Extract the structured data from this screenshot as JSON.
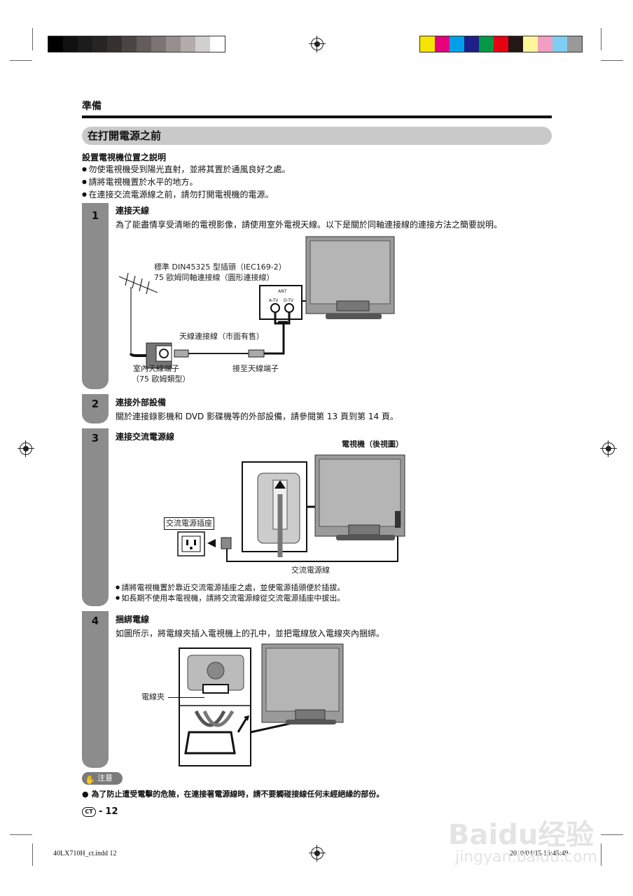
{
  "colors": {
    "grayscale": [
      "#000000",
      "#111111",
      "#1c1c1c",
      "#272523",
      "#35312f",
      "#4a4543",
      "#625c5a",
      "#7b7472",
      "#978f8d",
      "#b3acaa",
      "#d2cfcf",
      "#ffffff"
    ],
    "process": [
      "#f5e400",
      "#e4007f",
      "#00a0e9",
      "#1d2088",
      "#009944",
      "#e60012",
      "#231815",
      "#fff799",
      "#f29ec2",
      "#7ecef4",
      "#999999"
    ],
    "tab": "#8c8c8c",
    "title_bar": "#c9c9c9"
  },
  "header": {
    "section": "準備",
    "title": "在打開電源之前"
  },
  "placement": {
    "heading": "設置電視機位置之説明",
    "bullets": [
      "勿使電視機受到陽光直射，並將其置於通風良好之處。",
      "請將電視機置於水平的地方。",
      "在連接交流電源線之前，請勿打開電視機的電源。"
    ]
  },
  "steps": [
    {
      "number": "1",
      "title": "連接天線",
      "text": "為了能盡情享受清晰的電視影像，請使用室外電視天線。以下是關於同軸連接線的連接方法之簡要說明。",
      "labels": {
        "plug_line1": "標準 DIN45325 型插頭（IEC169-2）",
        "plug_line2": "75 歐姆同軸連接線（圓形連接線）",
        "cable": "天線連接線（市面有售）",
        "indoor_line1": "室內天線端子",
        "indoor_line2": "（75 歐姆類型）",
        "to_terminal": "接至天線端子",
        "ant": "ANT",
        "atv": "A-TV",
        "dtv": "D-TV"
      }
    },
    {
      "number": "2",
      "title": "連接外部設備",
      "text": "關於連接錄影機和 DVD 影碟機等的外部設備，請參閱第 13 頁到第 14 頁。"
    },
    {
      "number": "3",
      "title": "連接交流電源線",
      "labels": {
        "tv_rear": "電視機（後視圖）",
        "outlet": "交流電源插座",
        "cord": "交流電源線"
      },
      "bullets": [
        "請將電視機置於靠近交流電源插座之處，並使電源插頭便於插拔。",
        "如長期不使用本電視機，請將交流電源線從交流電源插座中拔出。"
      ]
    },
    {
      "number": "4",
      "title": "捆綁電線",
      "text": "如圖所示，將電線夾插入電視機上的孔中，並把電線放入電線夾內捆綁。",
      "labels": {
        "clip": "電線夾"
      }
    }
  ],
  "caution": {
    "label": "注意",
    "text": "為了防止遭受電擊的危險，在連接著電源線時，請不要觸碰接線任何未經絕緣的部份。"
  },
  "page": {
    "lang": "CT",
    "number": "12"
  },
  "footer": {
    "file": "40LX710H_ct.indd   12",
    "date": "2010/04/15   16:45:49"
  },
  "watermark": {
    "logo": "Baidu经验",
    "url": "jingyan.baidu.com"
  }
}
